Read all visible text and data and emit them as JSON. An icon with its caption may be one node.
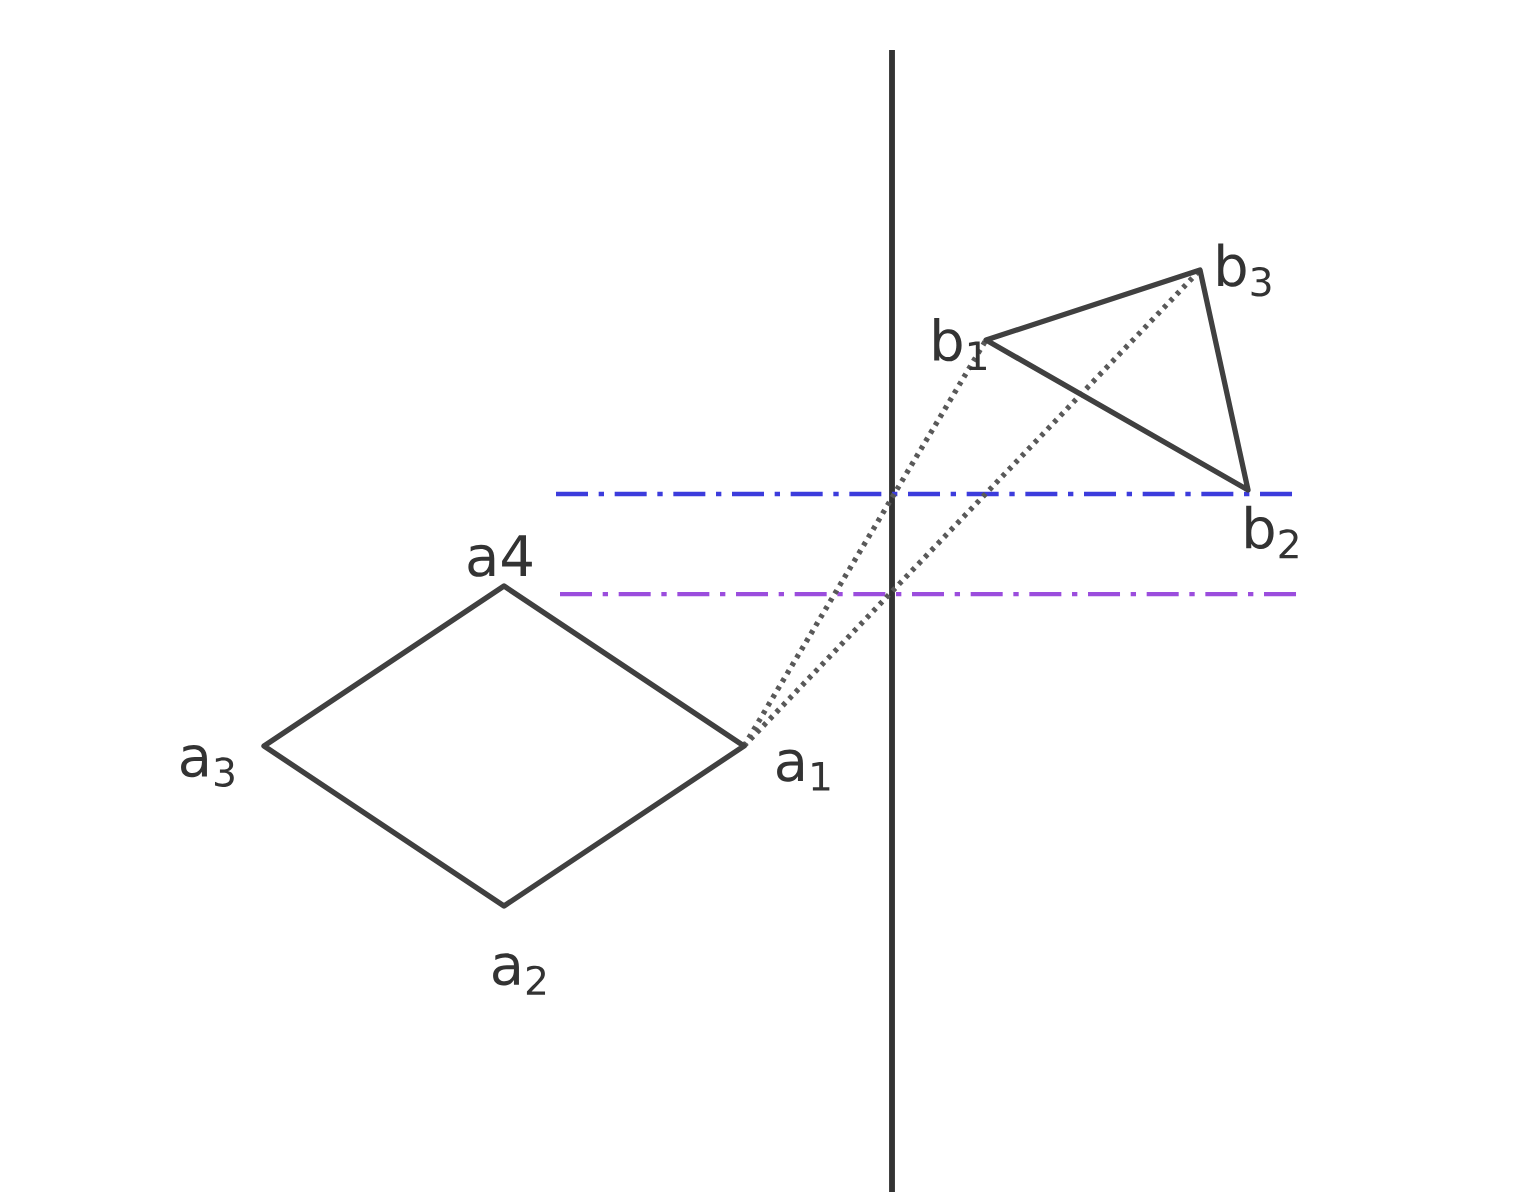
{
  "diagram": {
    "labels": [
      "b$_{1}$",
      "b$_{3}$",
      "b$_{2}$",
      "a4",
      "a$_{3}$",
      "a$_{1}$",
      "a$_{2}$"
    ]
  }
}
